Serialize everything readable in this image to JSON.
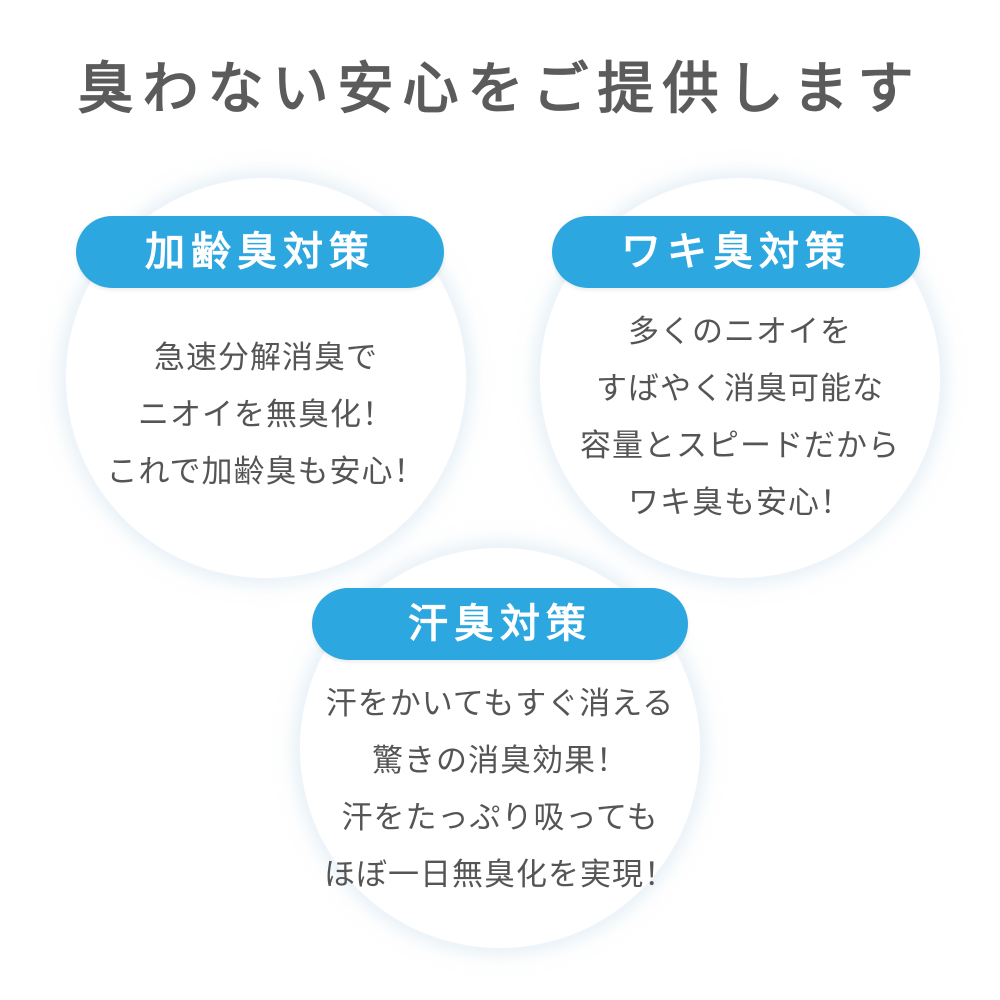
{
  "headline": "臭わない安心をご提供します",
  "colors": {
    "accent": "#2da7df",
    "text": "#555555",
    "headline": "#5b5b5b"
  },
  "cards": [
    {
      "title": "加齢臭対策",
      "lines": [
        "急速分解消臭で",
        "ニオイを無臭化！",
        "これで加齢臭も安心！"
      ]
    },
    {
      "title": "ワキ臭対策",
      "lines": [
        "多くのニオイを",
        "すばやく消臭可能な",
        "容量とスピードだから",
        "ワキ臭も安心！"
      ]
    },
    {
      "title": "汗臭対策",
      "lines": [
        "汗をかいてもすぐ消える",
        "驚きの消臭効果！",
        "汗をたっぷり吸っても",
        "ほぼ一日無臭化を実現！"
      ]
    }
  ]
}
